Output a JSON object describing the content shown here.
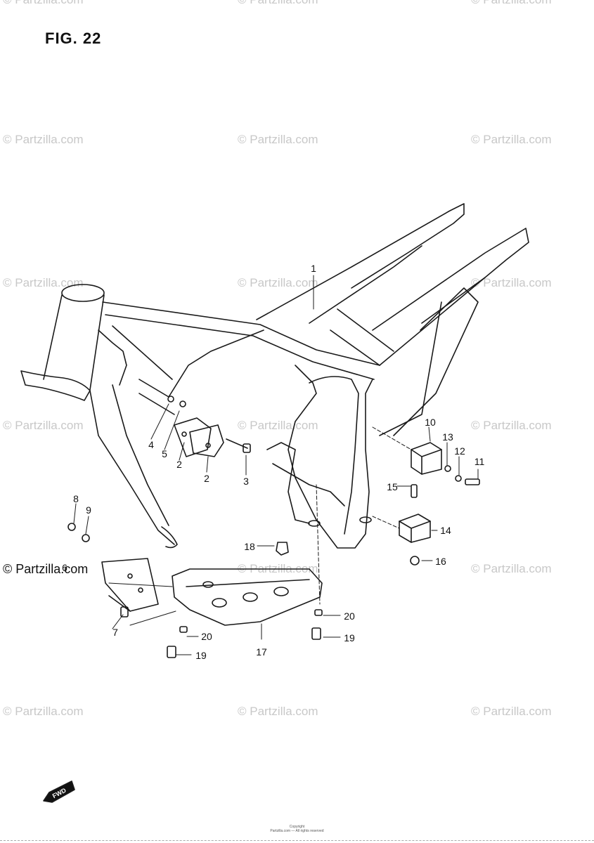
{
  "figure": {
    "title": "FIG. 22"
  },
  "watermark": {
    "text": "© Partzilla.com"
  },
  "callouts": [
    "1",
    "2",
    "2",
    "3",
    "4",
    "5",
    "6",
    "7",
    "8",
    "9",
    "10",
    "11",
    "12",
    "13",
    "14",
    "15",
    "16",
    "17",
    "18",
    "19",
    "19",
    "20",
    "20"
  ],
  "direction_badge": {
    "text": "FWD",
    "icon": "forward-arrow-icon"
  },
  "footer": {
    "copyright_line1": "Copyright",
    "copyright_line2": "Partzilla.com — All rights reserved"
  },
  "colors": {
    "line": "#1a1a1a",
    "watermark": "#c8c8c8",
    "background": "#ffffff"
  }
}
